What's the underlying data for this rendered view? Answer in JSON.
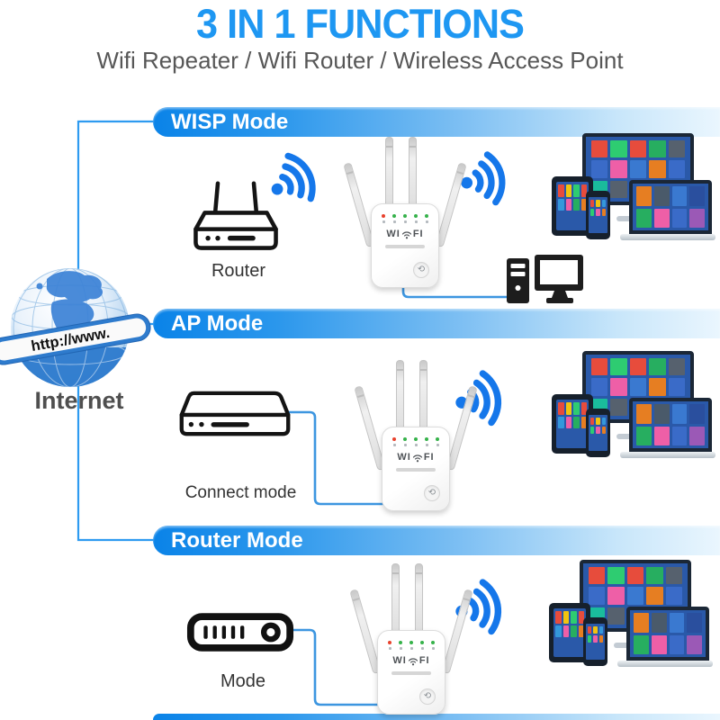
{
  "header": {
    "title": "3 IN 1 FUNCTIONS",
    "subtitle": "Wifi Repeater / Wifi Router / Wireless Access Point"
  },
  "internet": {
    "globe_banner_text": "http://www.",
    "label": "Internet"
  },
  "sections": {
    "wisp": {
      "banner": "WISP Mode",
      "device_label": "Router"
    },
    "ap": {
      "banner": "AP Mode",
      "device_label": "Connect mode"
    },
    "router": {
      "banner": "Router Mode",
      "device_label": "Mode"
    }
  },
  "repeater": {
    "brand_left": "WI",
    "brand_right": "FI",
    "wps_glyph": "⟲",
    "led_colors": [
      "#e8412c",
      "#35b24a",
      "#35b24a",
      "#35b24a",
      "#35b24a"
    ]
  },
  "colors": {
    "accent_blue": "#1E97F2",
    "banner_start": "#0a83e8",
    "wifi_signal": "#1577EA",
    "connector_line": "#2e9bf0",
    "cable": "#3d96e0",
    "screen_blue": "#2a59a9",
    "frame_dark": "#1b2736"
  },
  "device_cluster": {
    "monitor_tiles": [
      "#e74c3c",
      "#2ecc71",
      "#e74c3c",
      "#27ae60",
      "#56616e",
      "#3a6bc8",
      "#ee5fa7",
      "#3a79d0",
      "#e67e22",
      "#3a6bc8",
      "#1abc9c",
      "#56616e",
      "#ee5fa7",
      "#8e44ad",
      "#e74c3c"
    ],
    "laptop_tiles": [
      "#e67e22",
      "#4a5a6a",
      "#3a79d0",
      "#2a4f9e",
      "#27ae60",
      "#ee5fa7",
      "#3a6bc8",
      "#9b59b6"
    ],
    "tablet_tiles": [
      "#e74c3c",
      "#f1c40f",
      "#2ecc71",
      "#e74c3c",
      "#3498db",
      "#ee5fa7",
      "#27ae60",
      "#e67e22"
    ],
    "phone_tiles": [
      "#e74c3c",
      "#f1c40f",
      "#3498db",
      "#2ecc71",
      "#ee5fa7",
      "#e67e22"
    ]
  }
}
